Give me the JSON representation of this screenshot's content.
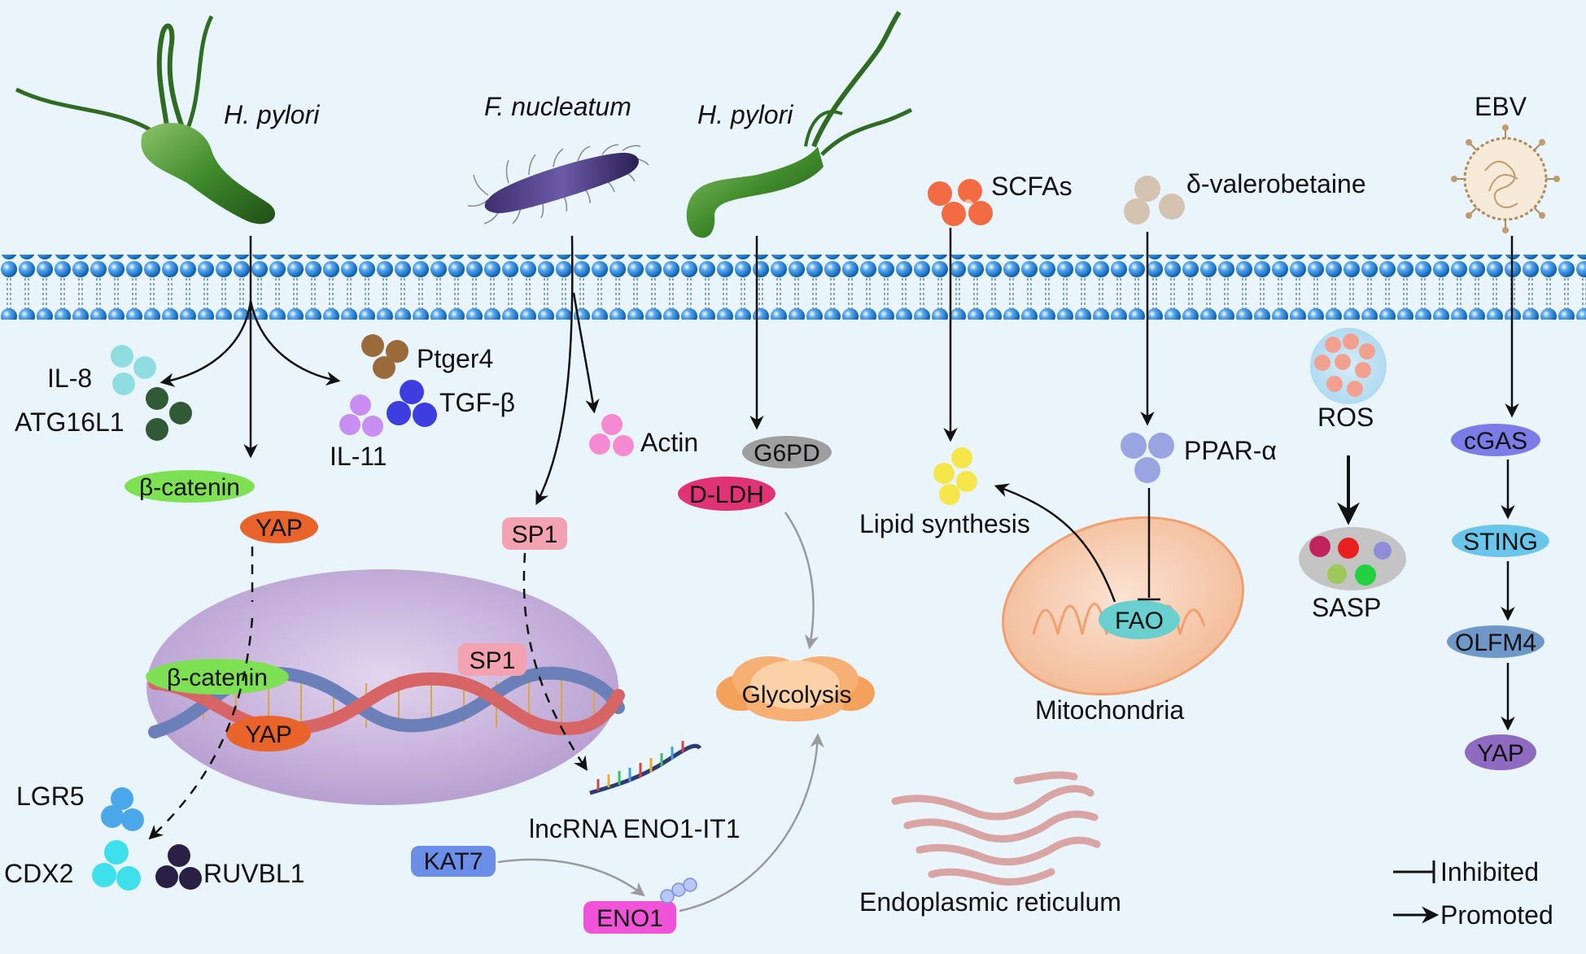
{
  "colors": {
    "background": "#eaf5fb",
    "membrane": "#1572c4",
    "arrow": "#111111",
    "arrow_grey": "#9a9a9a"
  },
  "membrane": {
    "icon": "lipid-bilayer-icon"
  },
  "microbes": {
    "hpylori_1": {
      "label": "H. pylori",
      "icon": "helicobacter-pylori-icon"
    },
    "fnucleatum": {
      "label": "F. nucleatum",
      "icon": "fusobacterium-nucleatum-icon"
    },
    "hpylori_2": {
      "label": "H. pylori",
      "icon": "helicobacter-pylori-icon"
    },
    "ebv": {
      "label": "EBV",
      "icon": "epstein-barr-virus-icon"
    }
  },
  "factors": {
    "il8": "IL-8",
    "atg16l1": "ATG16L1",
    "ptger4": "Ptger4",
    "tgfb": "TGF-β",
    "il11": "IL-11",
    "actin": "Actin",
    "scfas": "SCFAs",
    "dvalerobetaine": "δ-valerobetaine",
    "ppara": "PPAR-α",
    "lipid_synthesis": "Lipid synthesis",
    "ros": "ROS",
    "sasp": "SASP",
    "lgr5": "LGR5",
    "cdx2": "CDX2",
    "ruvbl1": "RUVBL1",
    "lncrna": "lncRNA ENO1-IT1"
  },
  "pills": {
    "bcatenin_top": "β-catenin",
    "yap_top": "YAP",
    "sp1_top": "SP1",
    "g6pd": "G6PD",
    "dldh": "D-LDH",
    "bcatenin_nuc": "β-catenin",
    "sp1_nuc": "SP1",
    "yap_nuc": "YAP",
    "glycolysis": "Glycolysis",
    "kat7": "KAT7",
    "eno1": "ENO1",
    "fao": "FAO",
    "cgas": "cGAS",
    "sting": "STING",
    "olfm4": "OLFM4",
    "yap_ebv": "YAP"
  },
  "organelles": {
    "mitochondria": "Mitochondria",
    "er": "Endoplasmic reticulum",
    "nucleus_icon": "nucleus-icon",
    "dna_icon": "dna-double-helix-icon",
    "mito_icon": "mitochondrion-icon",
    "er_icon": "endoplasmic-reticulum-icon"
  },
  "legend": {
    "inhibited": "Inhibited",
    "promoted": "Promoted"
  }
}
